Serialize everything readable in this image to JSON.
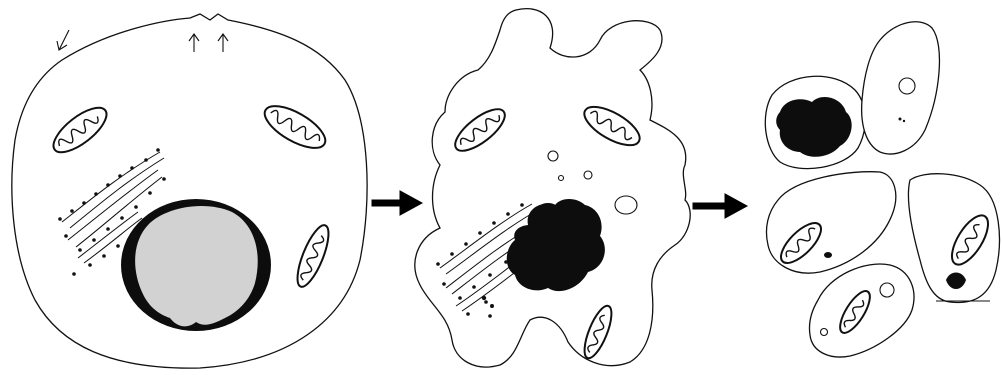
{
  "figure": {
    "stages": [
      {
        "id": "normal-cell",
        "kind": "intact cell"
      },
      {
        "id": "blebbing-cell",
        "kind": "shrunken cell with condensed chromatin"
      },
      {
        "id": "apoptotic-bodies",
        "kind": "fragmented cell"
      }
    ],
    "colors": {
      "ink": "#111111",
      "nucleoplasm": "#d2d2d2",
      "condensed_chromatin": "#0d0d0d",
      "background": "#ffffff"
    }
  }
}
